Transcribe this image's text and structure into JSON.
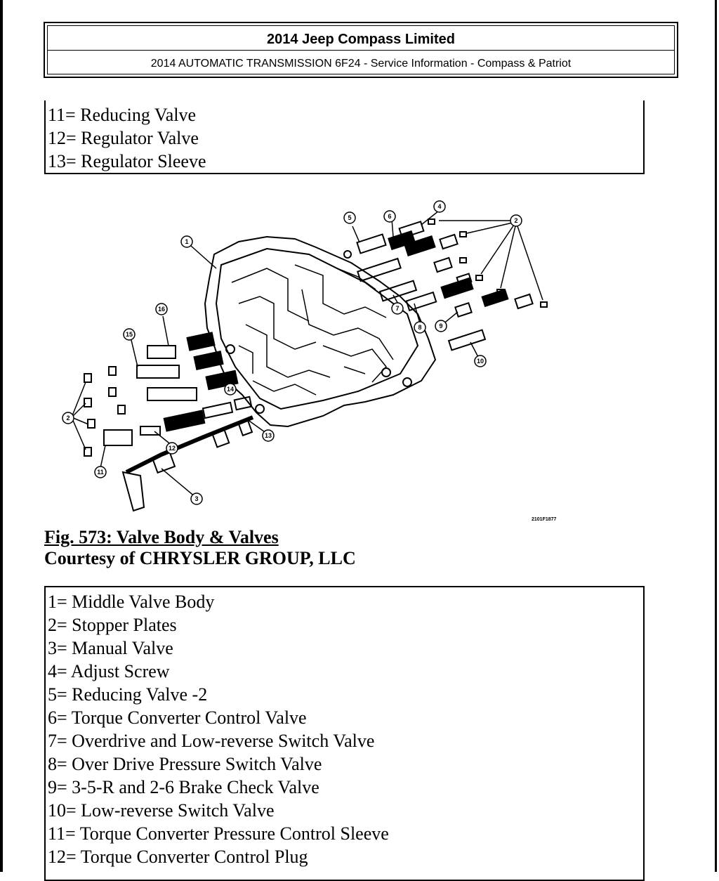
{
  "header": {
    "title": "2014 Jeep Compass Limited",
    "subtitle": "2014 AUTOMATIC TRANSMISSION 6F24 - Service Information - Compass & Patriot"
  },
  "legend_top": [
    "11= Reducing Valve",
    "12= Regulator Valve",
    "13= Regulator Sleeve"
  ],
  "figure": {
    "callouts": [
      "1",
      "2",
      "2",
      "3",
      "4",
      "5",
      "6",
      "7",
      "8",
      "9",
      "10",
      "11",
      "12",
      "13",
      "14",
      "15",
      "16"
    ],
    "code": "2101F1877"
  },
  "caption": {
    "figure": "Fig. 573: Valve Body & Valves",
    "courtesy": "Courtesy of CHRYSLER GROUP, LLC"
  },
  "legend_bottom": [
    "1= Middle Valve Body",
    "2= Stopper Plates",
    "3= Manual Valve",
    "4= Adjust Screw",
    "5= Reducing Valve -2",
    "6= Torque Converter Control Valve",
    "7= Overdrive and Low-reverse Switch Valve",
    "8= Over Drive Pressure Switch Valve",
    "9= 3-5-R and 2-6 Brake Check Valve",
    "10= Low-reverse Switch Valve",
    "11= Torque Converter Pressure Control Sleeve",
    "12= Torque Converter Control Plug"
  ]
}
